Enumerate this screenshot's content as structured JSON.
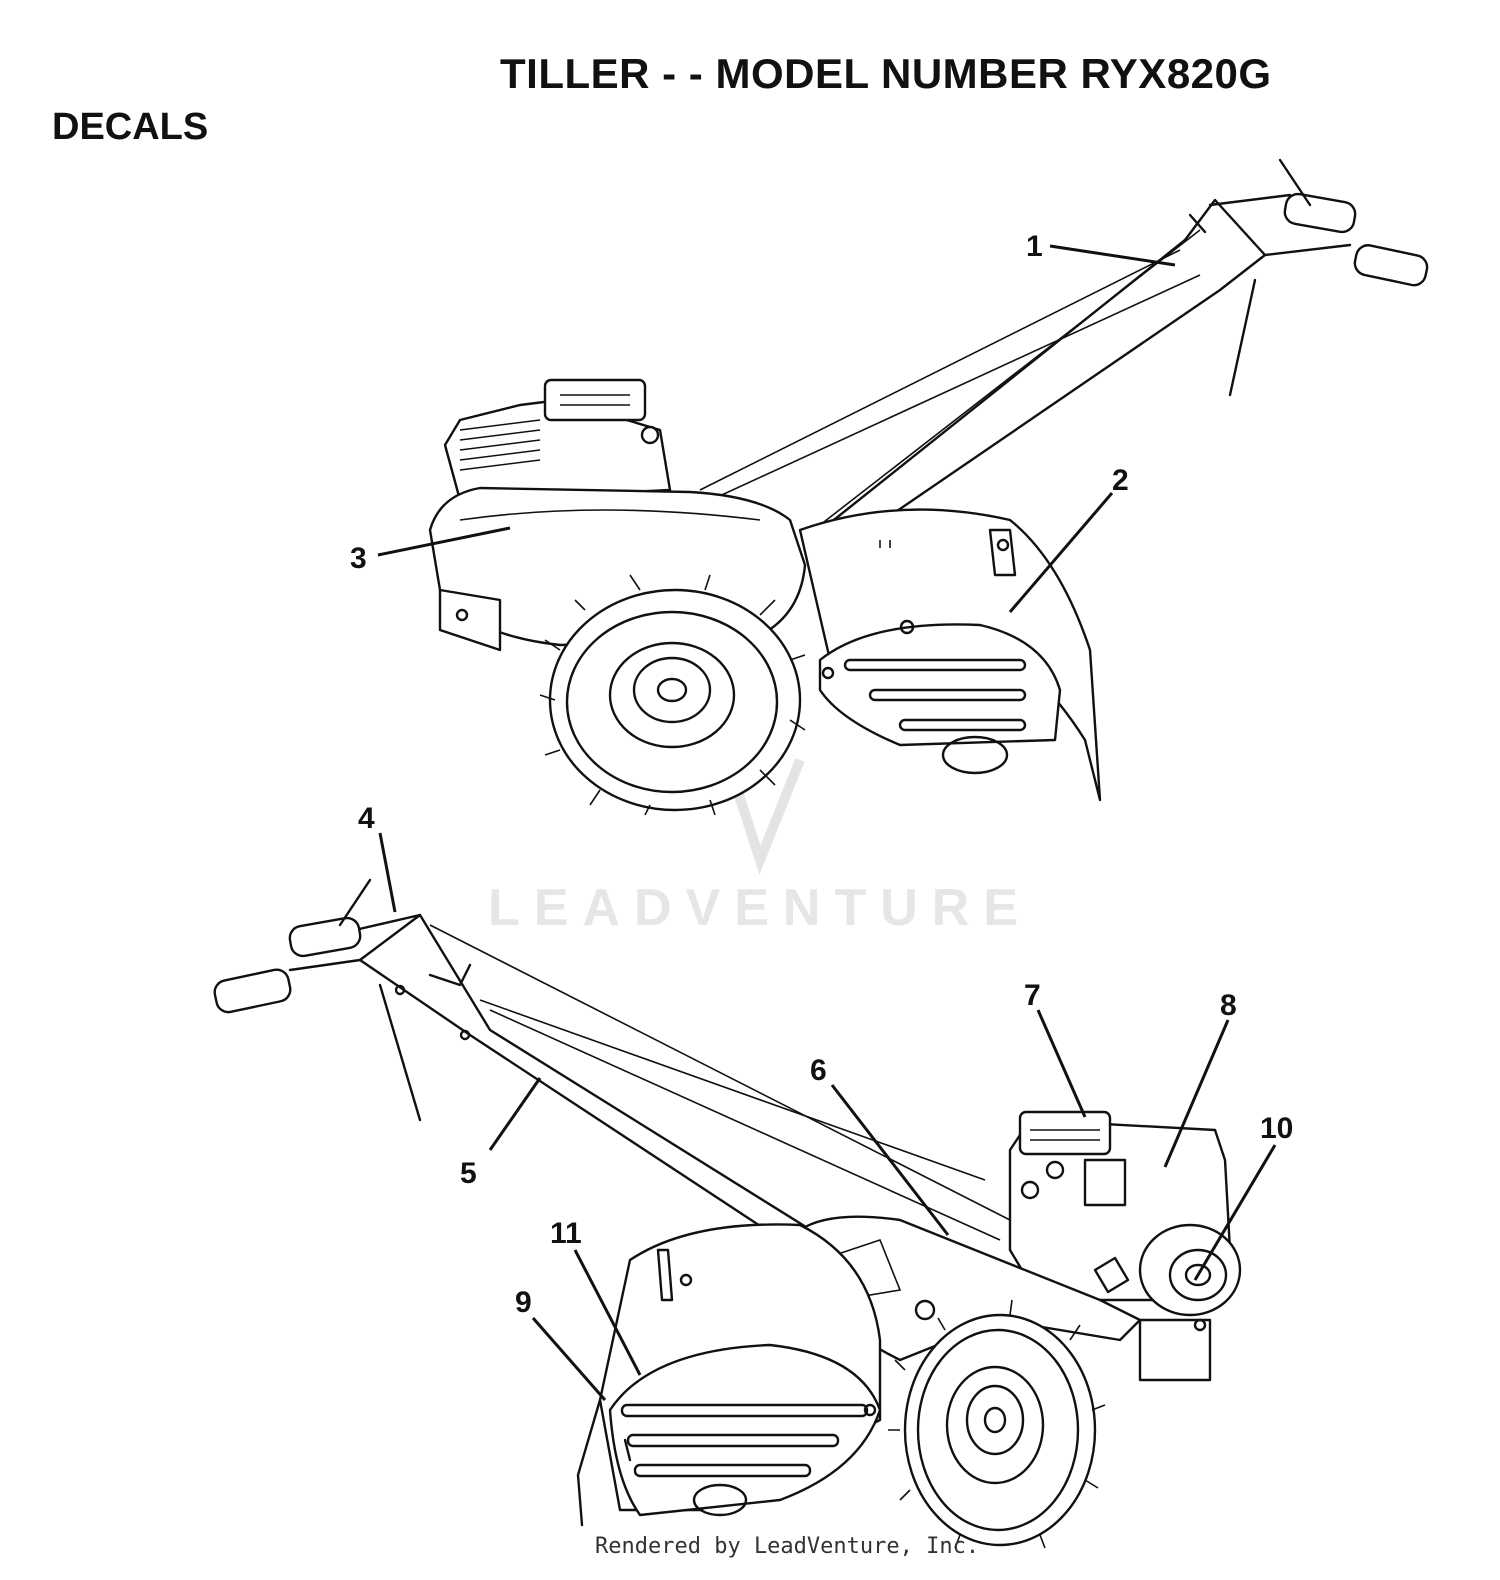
{
  "header": {
    "title": "TILLER - - MODEL NUMBER RYX820G",
    "section": "DECALS"
  },
  "callouts": [
    {
      "id": "1",
      "label": "1"
    },
    {
      "id": "2",
      "label": "2"
    },
    {
      "id": "3",
      "label": "3"
    },
    {
      "id": "4",
      "label": "4"
    },
    {
      "id": "5",
      "label": "5"
    },
    {
      "id": "6",
      "label": "6"
    },
    {
      "id": "7",
      "label": "7"
    },
    {
      "id": "8",
      "label": "8"
    },
    {
      "id": "9",
      "label": "9"
    },
    {
      "id": "10",
      "label": "10"
    },
    {
      "id": "11",
      "label": "11"
    }
  ],
  "watermark": {
    "text": "LEADVENTURE"
  },
  "footer": {
    "text": "Rendered by LeadVenture, Inc."
  }
}
